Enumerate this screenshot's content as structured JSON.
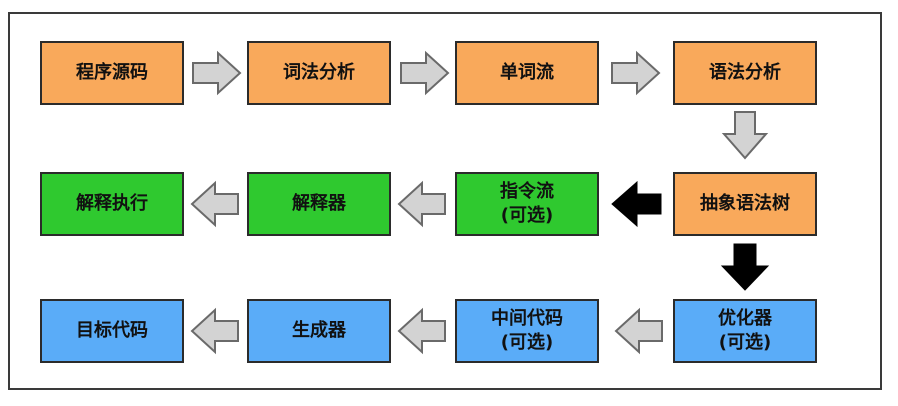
{
  "colors": {
    "orange": "#F9A95B",
    "green": "#2FC92F",
    "blue": "#5AACF8",
    "arrow_gray_fill": "#D3D3D3",
    "arrow_gray_stroke": "#6a6a6a",
    "arrow_black": "#000000"
  },
  "nodes": {
    "source": "程序源码",
    "lexer": "词法分析",
    "tokens": "单词流",
    "parser": "语法分析",
    "ast": "抽象语法树",
    "bytecode": "指令流\n(可选)",
    "interpreter": "解释器",
    "execute": "解释执行",
    "optimizer": "优化器\n(可选)",
    "ir": "中间代码\n(可选)",
    "codegen": "生成器",
    "target": "目标代码"
  }
}
